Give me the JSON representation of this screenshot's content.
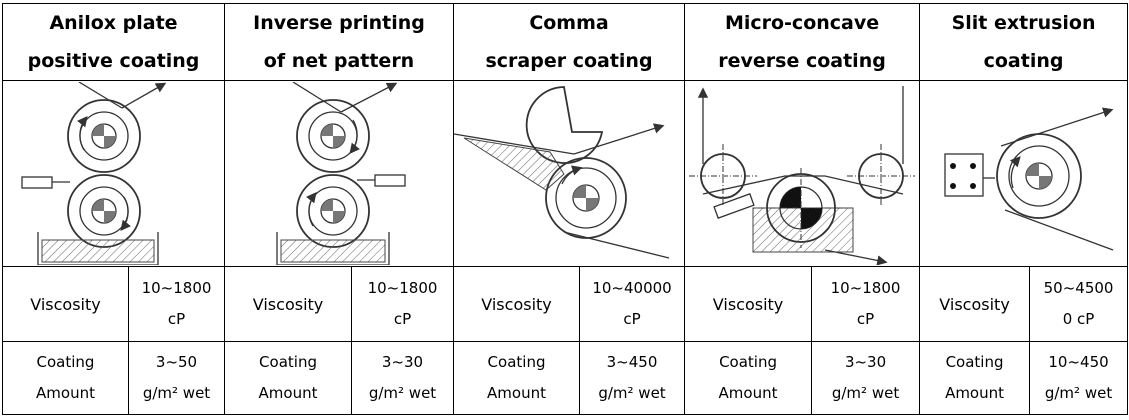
{
  "methods": [
    {
      "header_lines": [
        "Anilox plate",
        "positive coating"
      ],
      "viscosity_label": "Viscosity",
      "viscosity_lines": [
        "10~1800",
        "cP"
      ],
      "amount_label_lines": [
        "Coating",
        "Amount"
      ],
      "amount_lines": [
        "3~50",
        "g/m² wet"
      ]
    },
    {
      "header_lines": [
        "Inverse printing",
        "of net pattern"
      ],
      "viscosity_label": "Viscosity",
      "viscosity_lines": [
        "10~1800",
        "cP"
      ],
      "amount_label_lines": [
        "Coating",
        "Amount"
      ],
      "amount_lines": [
        "3~30",
        "g/m² wet"
      ]
    },
    {
      "header_lines": [
        "Comma",
        "scraper coating"
      ],
      "viscosity_label": "Viscosity",
      "viscosity_lines": [
        "10~40000",
        "cP"
      ],
      "amount_label_lines": [
        "Coating",
        "Amount"
      ],
      "amount_lines": [
        "3~450",
        "g/m² wet"
      ]
    },
    {
      "header_lines": [
        "Micro-concave",
        "reverse coating"
      ],
      "viscosity_label": "Viscosity",
      "viscosity_lines": [
        "10~1800",
        "cP"
      ],
      "amount_label_lines": [
        "Coating",
        "Amount"
      ],
      "amount_lines": [
        "3~30",
        "g/m² wet"
      ]
    },
    {
      "header_lines": [
        "Slit extrusion",
        "coating"
      ],
      "viscosity_label": "Viscosity",
      "viscosity_lines": [
        "50~4500",
        "0 cP"
      ],
      "amount_label_lines": [
        "Coating",
        "Amount"
      ],
      "amount_lines": [
        "10~450",
        "g/m² wet"
      ]
    }
  ]
}
